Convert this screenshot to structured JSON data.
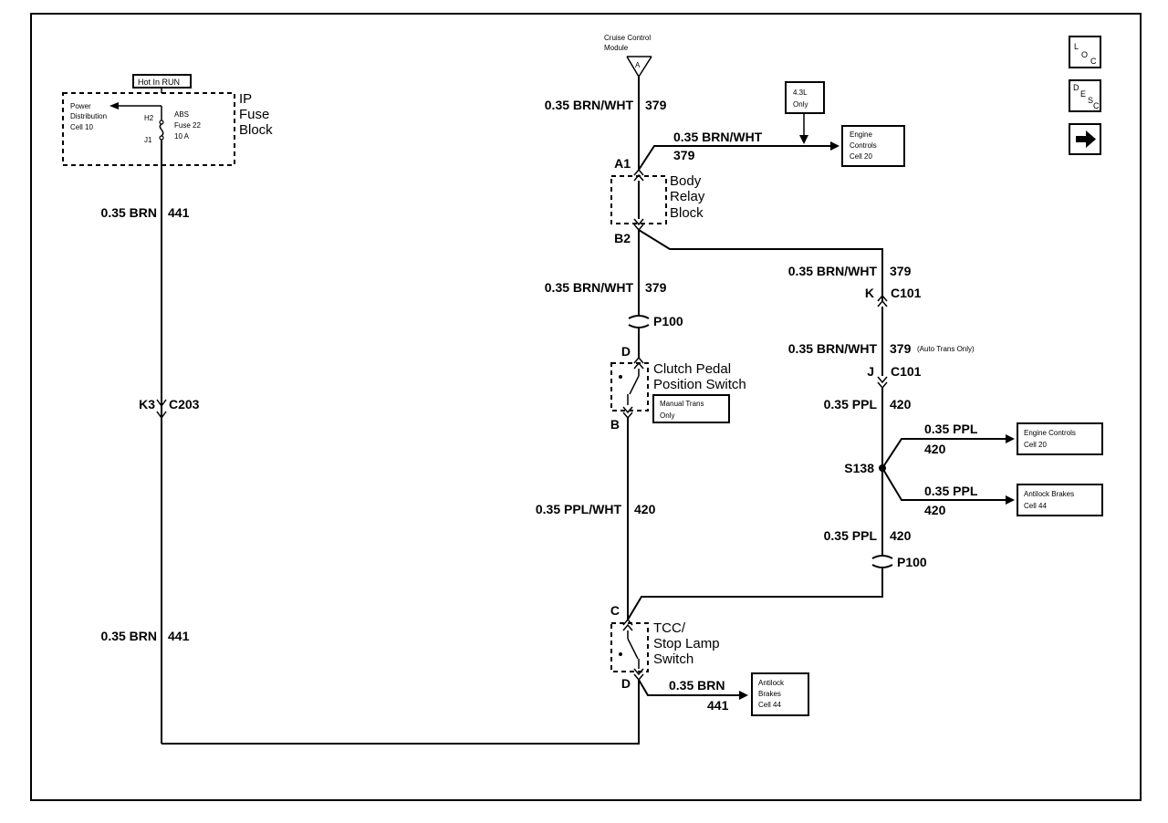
{
  "nav": {
    "loc_label": "LOC",
    "desc_label": "DESC",
    "next_icon": "arrow-right-icon"
  },
  "fuse_block": {
    "hot_label": "Hot In RUN",
    "title_line1": "IP",
    "title_line2": "Fuse",
    "title_line3": "Block",
    "power_dist_line1": "Power",
    "power_dist_line2": "Distribution",
    "power_dist_line3": "Cell 10",
    "pin_h2": "H2",
    "pin_j1": "J1",
    "fuse_line1": "ABS",
    "fuse_line2": "Fuse 22",
    "fuse_line3": "10 A"
  },
  "left_wire": {
    "top_gauge": "0.35 BRN",
    "top_circuit": "441",
    "conn_pin": "K3",
    "conn_name": "C203",
    "bottom_gauge": "0.35 BRN",
    "bottom_circuit": "441"
  },
  "cruise": {
    "module_line1": "Cruise Control",
    "module_line2": "Module",
    "pin": "A",
    "gauge": "0.35 BRN/WHT",
    "circuit": "379"
  },
  "note_43l": {
    "line1": "4.3L",
    "line2": "Only"
  },
  "engine_controls_top": {
    "gauge": "0.35 BRN/WHT",
    "circuit": "379",
    "line1": "Engine",
    "line2": "Controls",
    "line3": "Cell 20"
  },
  "body_relay": {
    "pin_in": "A1",
    "pin_out": "B2",
    "line1": "Body",
    "line2": "Relay",
    "line3": "Block"
  },
  "mid_wire": {
    "gauge": "0.35 BRN/WHT",
    "circuit": "379",
    "splice": "P100"
  },
  "clutch": {
    "pin_top": "D",
    "pin_bottom": "B",
    "line1": "Clutch Pedal",
    "line2": "Position Switch",
    "note_line1": "Manual Trans",
    "note_line2": "Only"
  },
  "ppl_wht_wire": {
    "gauge": "0.35 PPL/WHT",
    "circuit": "420"
  },
  "right_branch": {
    "w1_gauge": "0.35 BRN/WHT",
    "w1_circuit": "379",
    "c101_pin_k": "K",
    "c101_name_1": "C101",
    "w2_gauge": "0.35 BRN/WHT",
    "w2_circuit": "379",
    "w2_note": "(Auto Trans Only)",
    "c101_pin_j": "J",
    "c101_name_2": "C101",
    "w3_gauge": "0.35 PPL",
    "w3_circuit": "420",
    "splice": "S138",
    "w4_gauge": "0.35 PPL",
    "w4_circuit": "420",
    "splice2": "P100"
  },
  "engine_controls_s138": {
    "gauge": "0.35 PPL",
    "circuit": "420",
    "line1": "Engine Controls",
    "line2": "Cell 20"
  },
  "antilock_s138": {
    "gauge": "0.35 PPL",
    "circuit": "420",
    "line1": "Antilock Brakes",
    "line2": "Cell 44"
  },
  "tcc": {
    "pin_top": "C",
    "pin_bottom": "D",
    "line1": "TCC/",
    "line2": "Stop Lamp",
    "line3": "Switch"
  },
  "antilock_bottom": {
    "gauge": "0.35 BRN",
    "circuit": "441",
    "line1": "Antilock",
    "line2": "Brakes",
    "line3": "Cell 44"
  }
}
